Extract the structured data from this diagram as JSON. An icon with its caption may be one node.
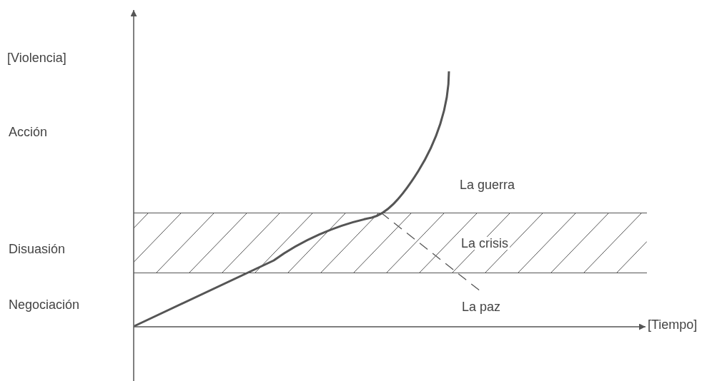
{
  "diagram": {
    "nodes": [
      {
        "text": [
          "La crisis"
        ]
      }
    ],
    "labels": [
      "[Violencia]",
      "Acción",
      "La guerra",
      "Disuasión",
      "Negociación",
      "La paz",
      "[Tiempo]"
    ]
  }
}
